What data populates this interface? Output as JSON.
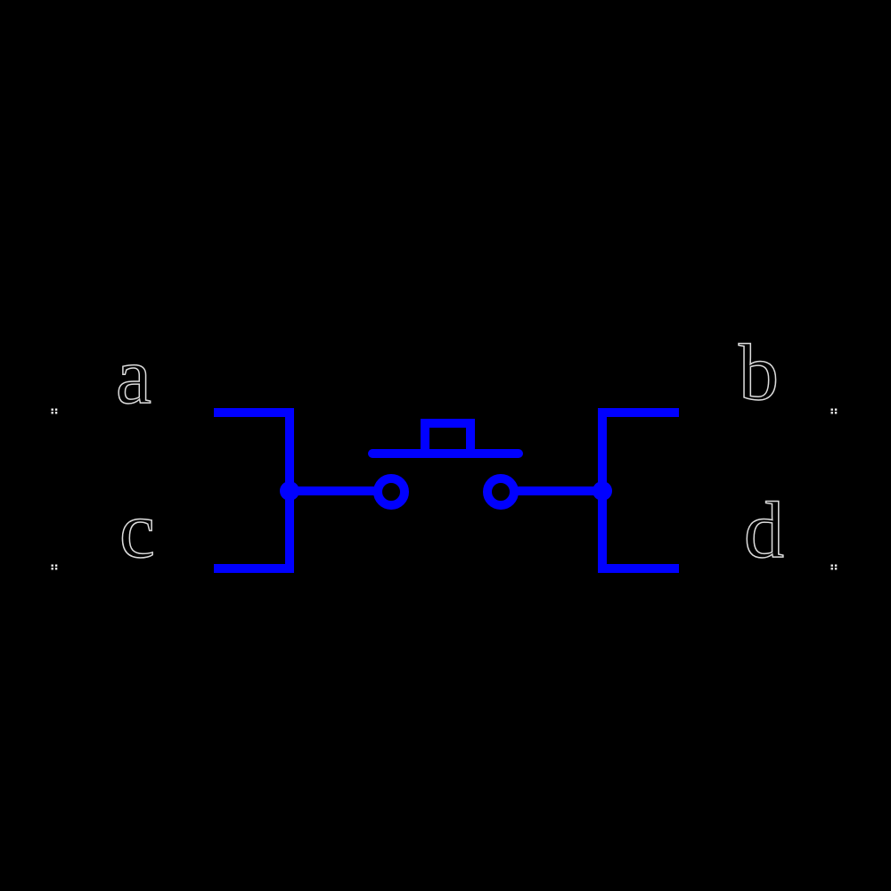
{
  "diagram": {
    "type": "circuit-schematic",
    "component": "push-button-switch-normally-open",
    "background_color": "#000000",
    "wire_color": "#0000ff",
    "label_fill_color": "#000000",
    "label_outline_color": "#dcdcdc",
    "pin_marker_color": "#f0f0f0",
    "terminals": {
      "a": {
        "label": "a"
      },
      "b": {
        "label": "b"
      },
      "c": {
        "label": "c"
      },
      "d": {
        "label": "d"
      }
    }
  }
}
